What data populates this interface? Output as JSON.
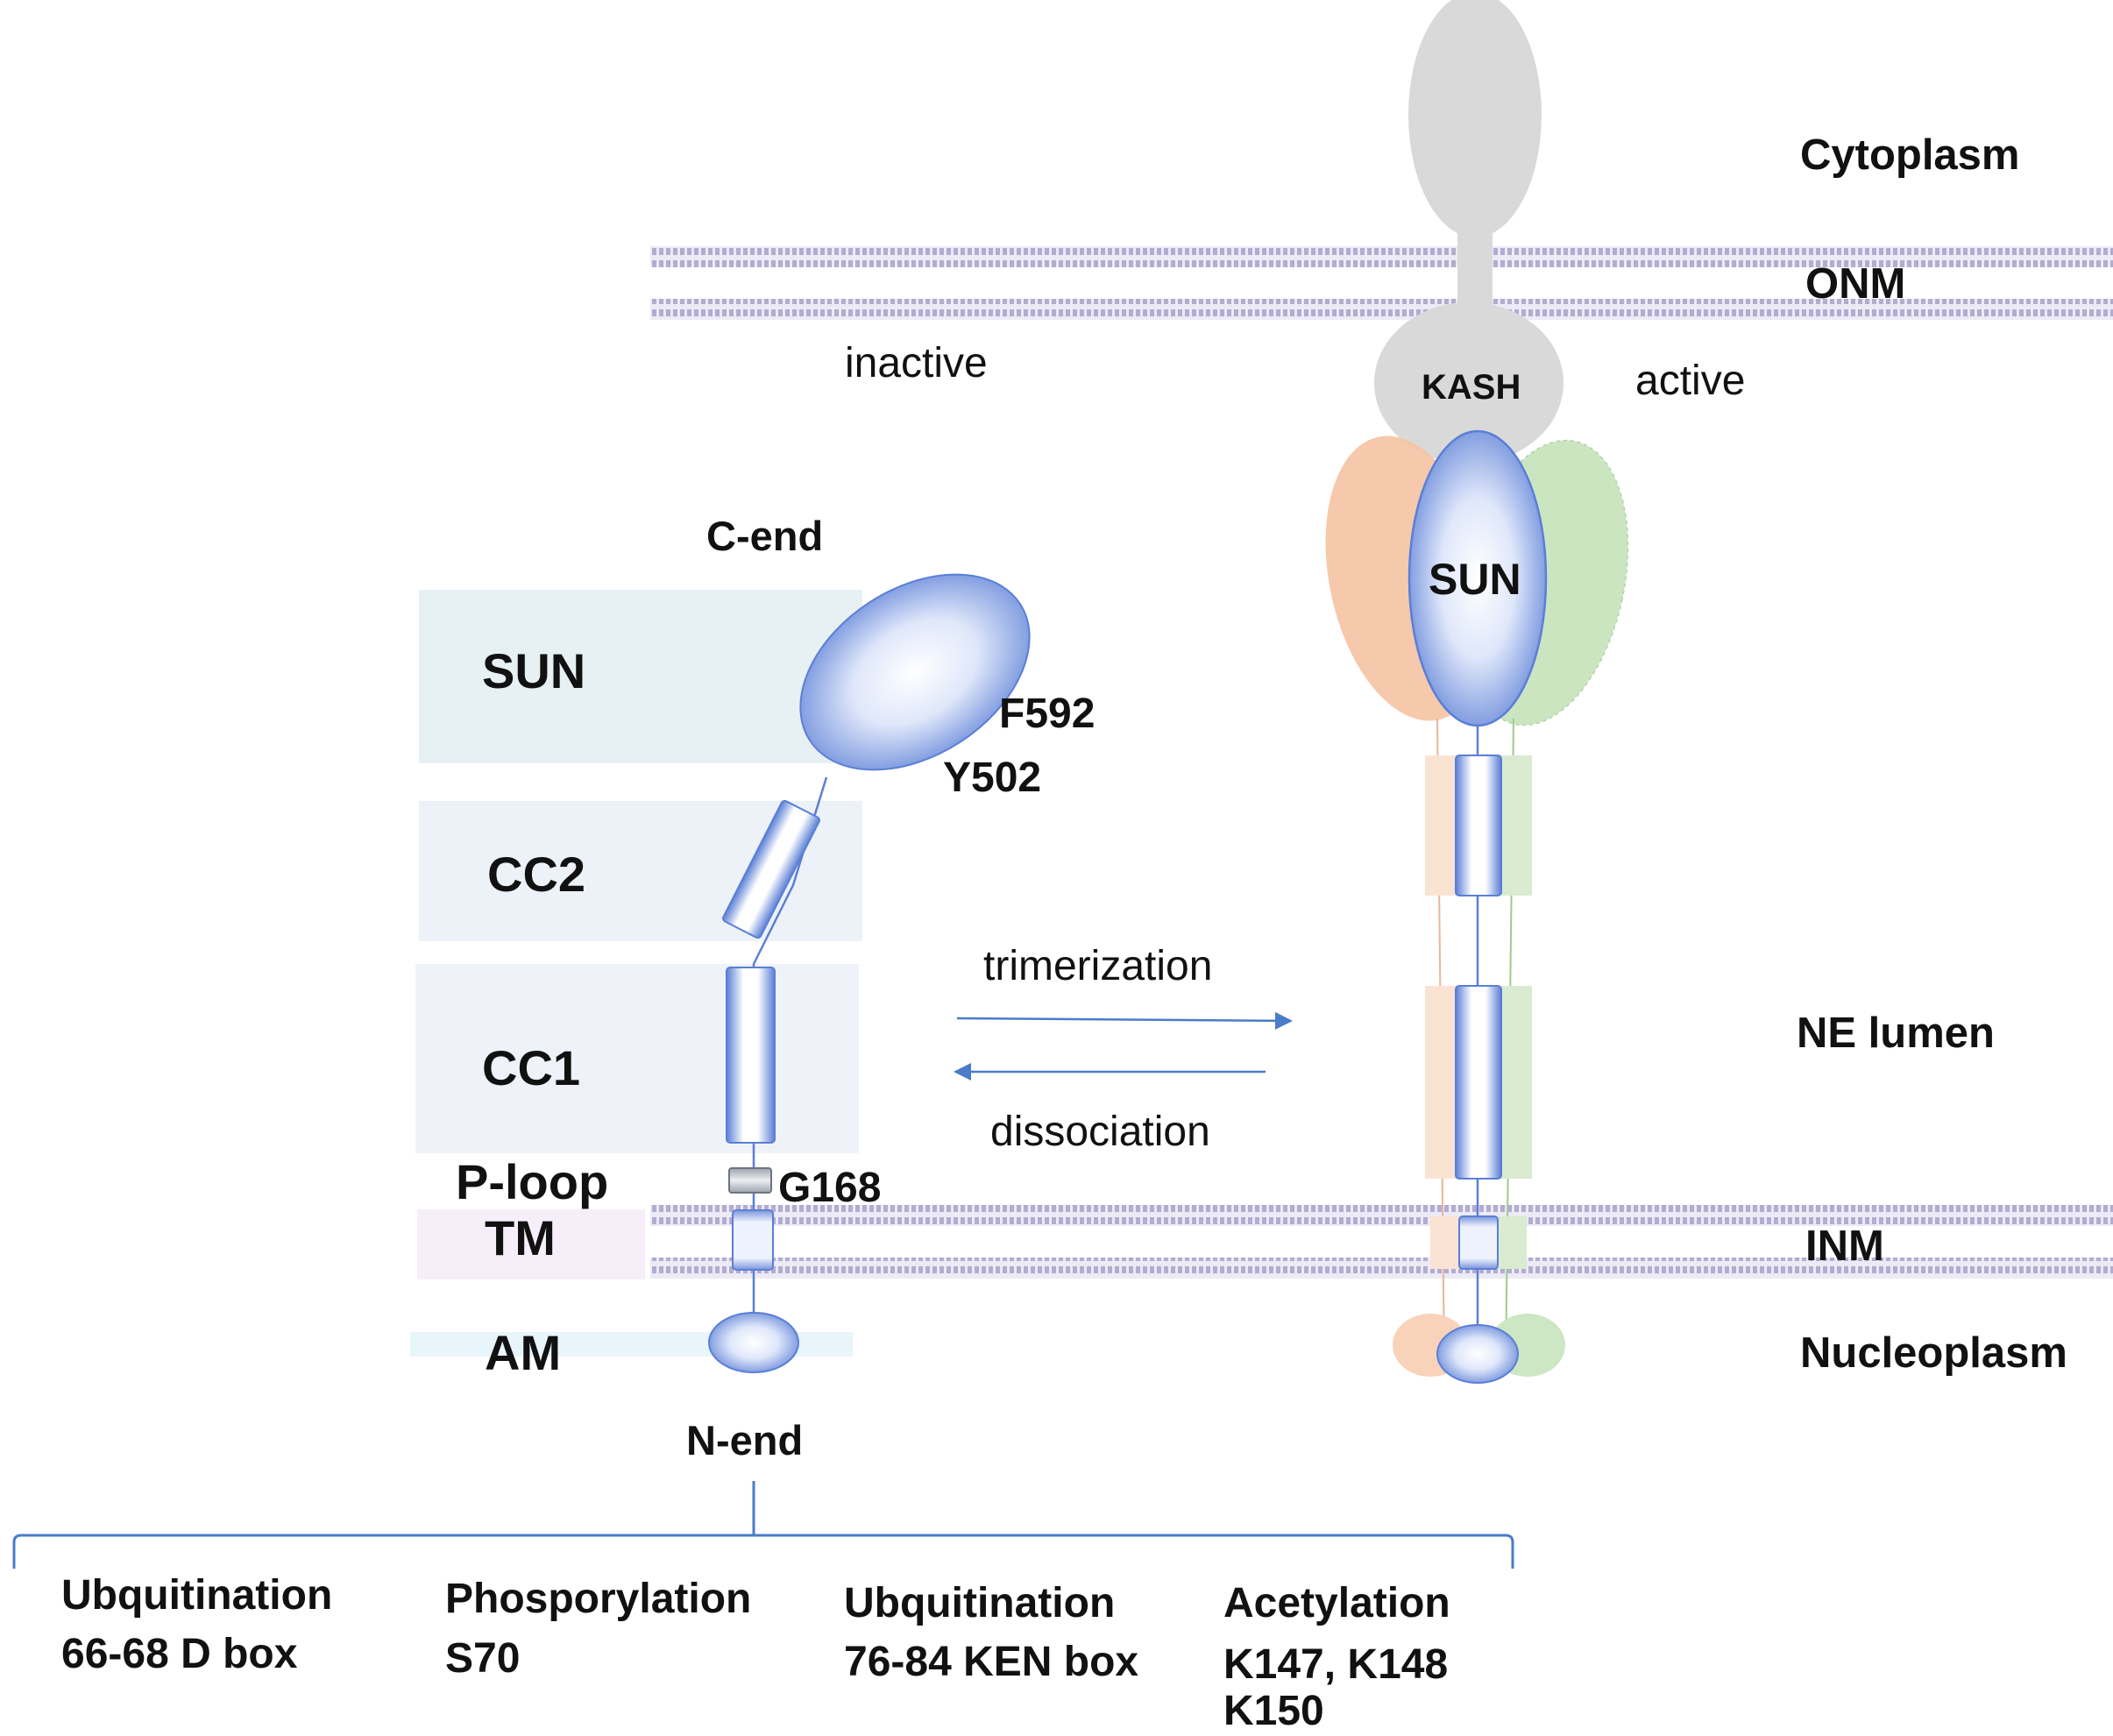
{
  "compartments": {
    "cytoplasm": "Cytoplasm",
    "onm": "ONM",
    "ne_lumen": "NE lumen",
    "inm": "INM",
    "nucleoplasm": "Nucleoplasm"
  },
  "states": {
    "inactive": "inactive",
    "active": "active"
  },
  "transitions": {
    "forward": "trimerization",
    "reverse": "dissociation"
  },
  "domains": {
    "sun": "SUN",
    "cc2": "CC2",
    "cc1": "CC1",
    "ploop": "P-loop",
    "tm": "TM",
    "am": "AM"
  },
  "termini": {
    "c_end": "C-end",
    "n_end": "N-end"
  },
  "residues": {
    "f592": "F592",
    "y502": "Y502",
    "g168": "G168"
  },
  "active_complex": {
    "kash": "KASH",
    "sun": "SUN"
  },
  "modifications": [
    {
      "type": "Ubquitination",
      "site": [
        "66-68 D box"
      ]
    },
    {
      "type": "Phosporylation",
      "site": [
        "S70"
      ]
    },
    {
      "type": "Ubquitination",
      "site": [
        "76-84 KEN box"
      ]
    },
    {
      "type": "Acetylation",
      "site": [
        "K147, K148",
        "K150"
      ]
    }
  ],
  "colors": {
    "protein_blue": "#5b7fd6",
    "protein_light": "#ffffff",
    "membrane": "#8e86b8",
    "kash_gray": "#d9d9d9",
    "orange_subunit": "#f3b48d",
    "green_subunit": "#b9dcae",
    "arrow": "#4a7cc9"
  }
}
